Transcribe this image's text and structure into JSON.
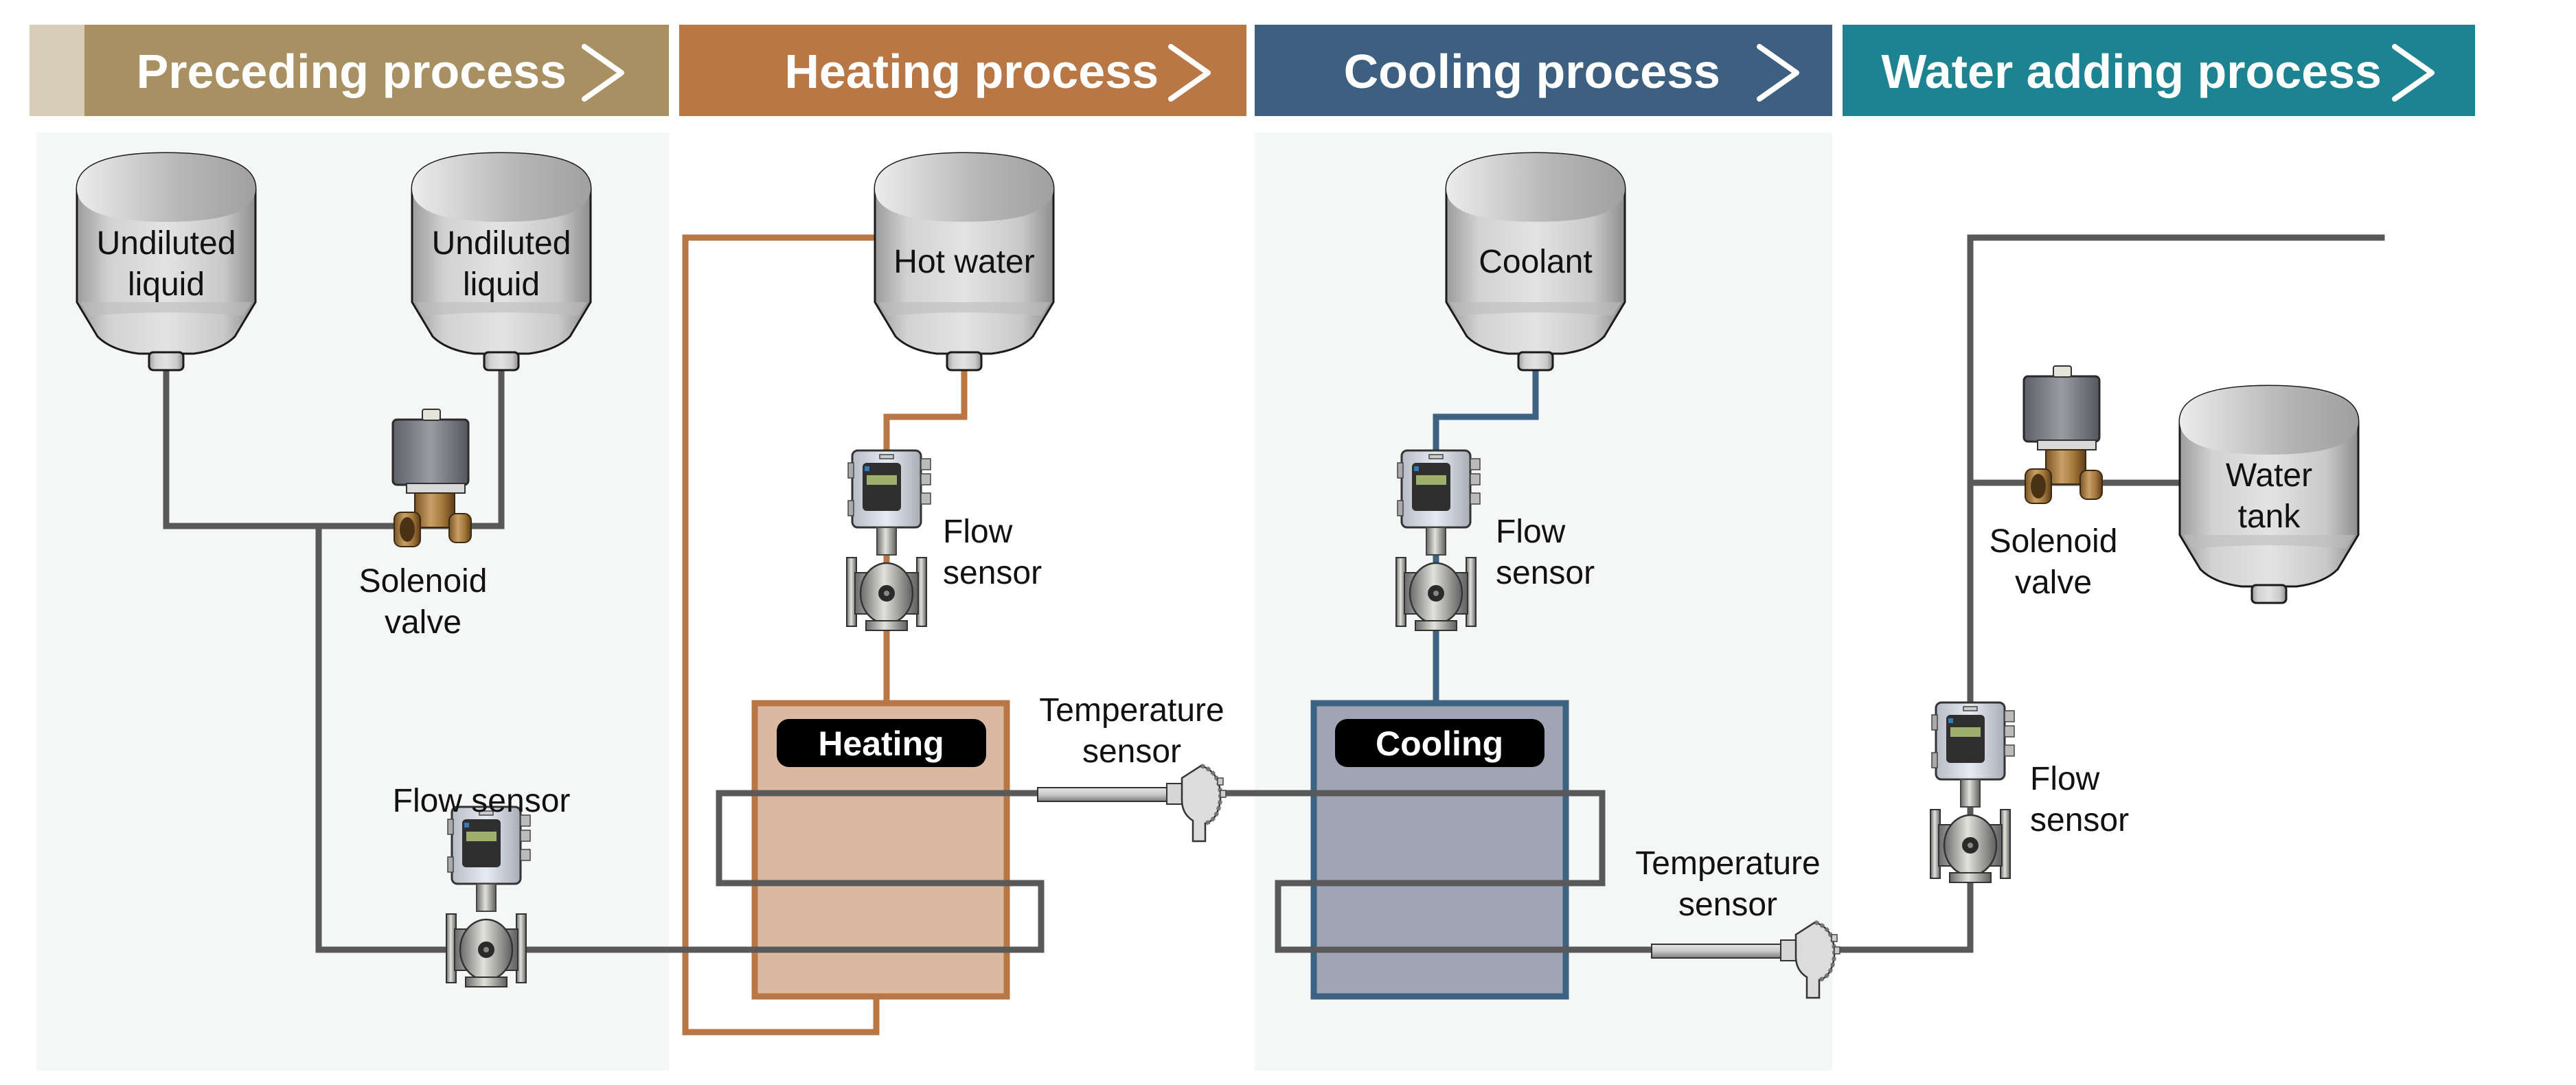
{
  "title": "Process flow: preceding, heating, cooling and water adding processes",
  "colors": {
    "preceding": "#a89063",
    "heating": "#b87745",
    "cooling": "#3d6080",
    "water_adding": "#1d8390",
    "pipe": "#595959",
    "heating_fill": "#dbb9a1",
    "cooling_fill": "#a0a5b5",
    "panel": "#f5f7f6"
  },
  "stages": [
    {
      "id": "preceding",
      "label": "Preceding process",
      "icon": "chevron-right-icon"
    },
    {
      "id": "heating",
      "label": "Heating process",
      "icon": "chevron-right-icon"
    },
    {
      "id": "cooling",
      "label": "Cooling process",
      "icon": "chevron-right-icon"
    },
    {
      "id": "water_adding",
      "label": "Water adding process",
      "icon": "chevron-right-icon"
    }
  ],
  "tanks": {
    "undiluted_1": [
      "Undiluted",
      "liquid"
    ],
    "undiluted_2": [
      "Undiluted",
      "liquid"
    ],
    "hot_water": [
      "Hot water"
    ],
    "coolant": [
      "Coolant"
    ],
    "water_tank": [
      "Water",
      "tank"
    ]
  },
  "units": {
    "heating": "Heating",
    "cooling": "Cooling"
  },
  "labels": {
    "solenoid_valve_1": [
      "Solenoid",
      "valve"
    ],
    "flow_sensor_1": [
      "Flow sensor"
    ],
    "flow_sensor_heating": [
      "Flow",
      "sensor"
    ],
    "temperature_sensor_heating": [
      "Temperature",
      "sensor"
    ],
    "flow_sensor_cooling": [
      "Flow",
      "sensor"
    ],
    "temperature_sensor_cooling": [
      "Temperature",
      "sensor"
    ],
    "solenoid_valve_2": [
      "Solenoid",
      "valve"
    ],
    "flow_sensor_water": [
      "Flow",
      "sensor"
    ]
  }
}
